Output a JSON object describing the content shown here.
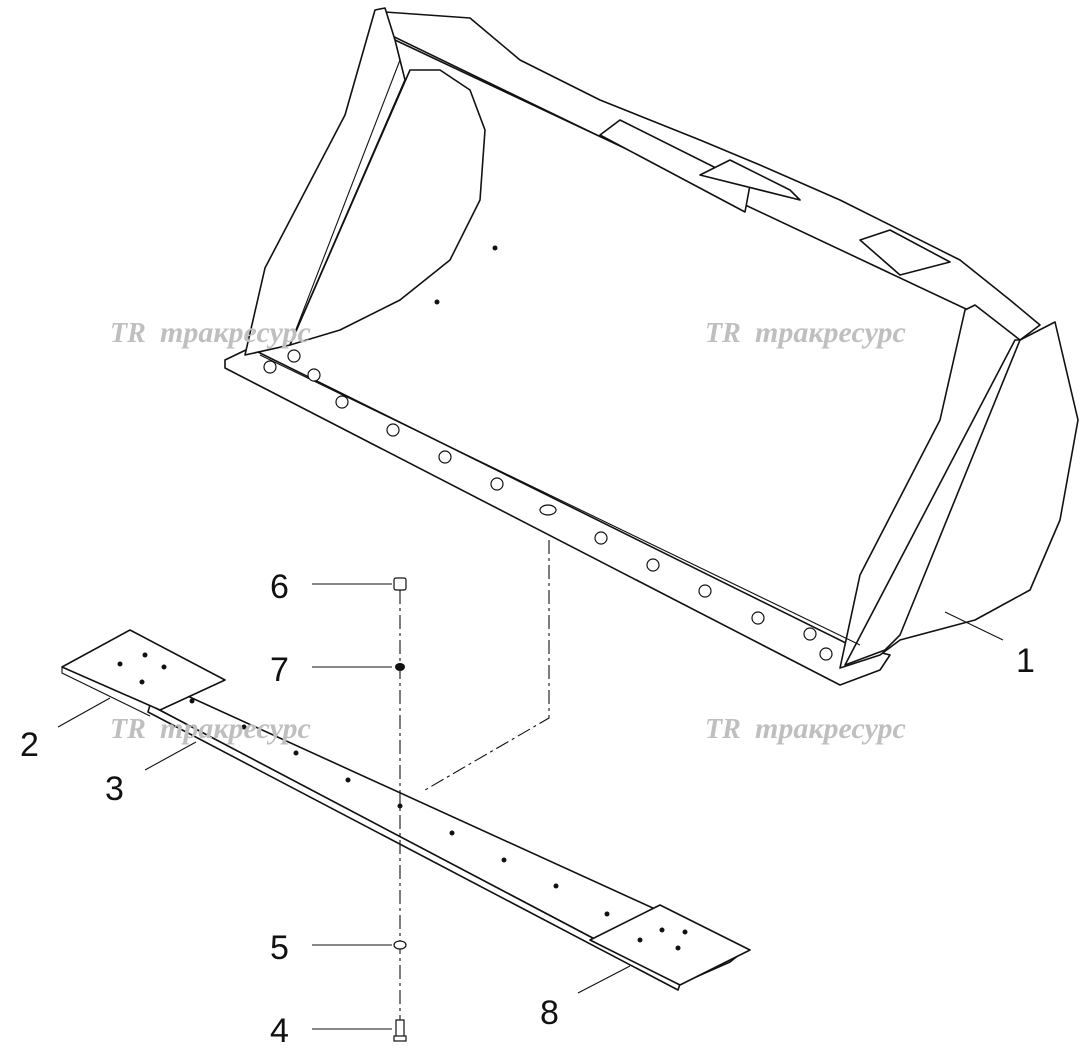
{
  "diagram": {
    "callouts": [
      "1",
      "2",
      "3",
      "4",
      "5",
      "6",
      "7",
      "8"
    ],
    "watermark": {
      "logo": "TR",
      "text": "тракресурс"
    }
  }
}
